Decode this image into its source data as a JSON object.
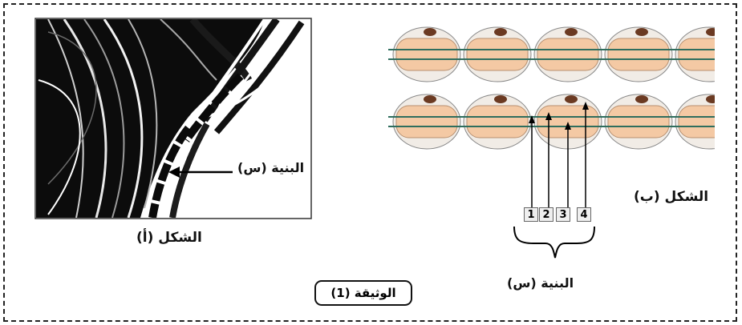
{
  "document": {
    "title": "الوثيقة (1)"
  },
  "figure_a": {
    "caption": "الشكل (أ)",
    "arrow_label": "البنية (س)"
  },
  "figure_b": {
    "caption": "الشكل (ب)",
    "brace_label": "البنية (س)",
    "numbers": [
      "1",
      "2",
      "3",
      "4"
    ]
  },
  "colors": {
    "cell_fill": "#f4c9a4",
    "cell_outline": "#888888",
    "nucleus": "#6b3a22",
    "axon_line": "#2f6e5e",
    "frame": "#222222"
  }
}
